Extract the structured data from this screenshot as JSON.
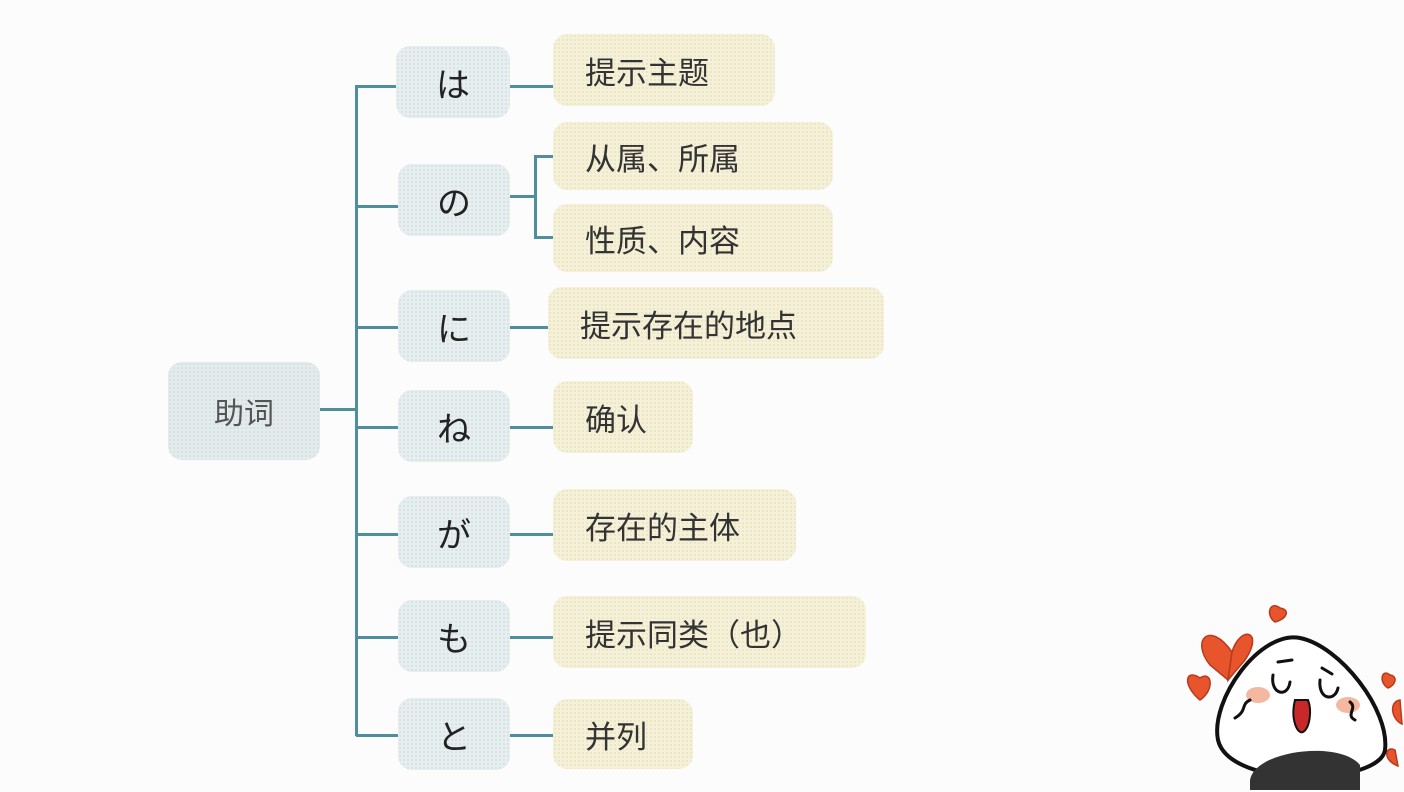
{
  "root": {
    "label": "助词"
  },
  "particles": [
    {
      "label": "は",
      "meanings": [
        "提示主题"
      ]
    },
    {
      "label": "の",
      "meanings": [
        "从属、所属",
        "性质、内容"
      ]
    },
    {
      "label": "に",
      "meanings": [
        "提示存在的地点"
      ]
    },
    {
      "label": "ね",
      "meanings": [
        "确认"
      ]
    },
    {
      "label": "が",
      "meanings": [
        "存在的主体"
      ]
    },
    {
      "label": "も",
      "meanings": [
        "提示同类（也）"
      ]
    },
    {
      "label": "と",
      "meanings": [
        "并列"
      ]
    }
  ],
  "colors": {
    "line": "#4f8e9e",
    "particle_box": "#e6eef0",
    "meaning_box": "#f5f1d9"
  }
}
